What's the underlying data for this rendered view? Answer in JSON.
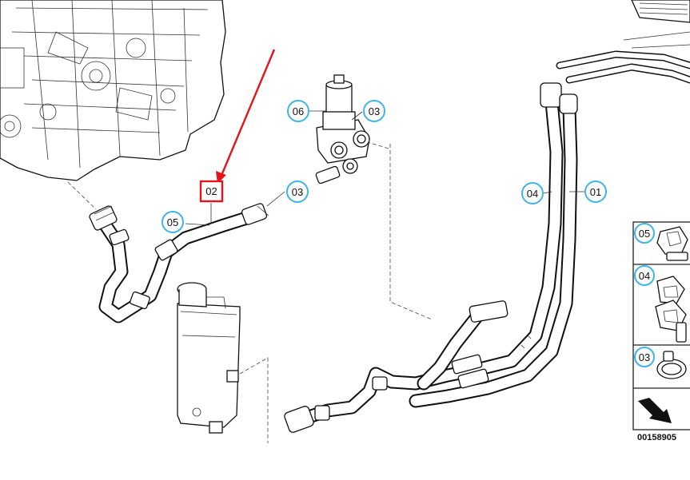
{
  "callouts": {
    "c01": "01",
    "c02": "02",
    "c03_valve": "03",
    "c03_hose": "03",
    "c04": "04",
    "c05": "05",
    "c06": "06"
  },
  "legend": {
    "item1": "05",
    "item2": "04",
    "item3": "03"
  },
  "diagram_id": "00158905",
  "colors": {
    "callout_ring": "#3fb4e6",
    "highlight": "#e3141b"
  }
}
